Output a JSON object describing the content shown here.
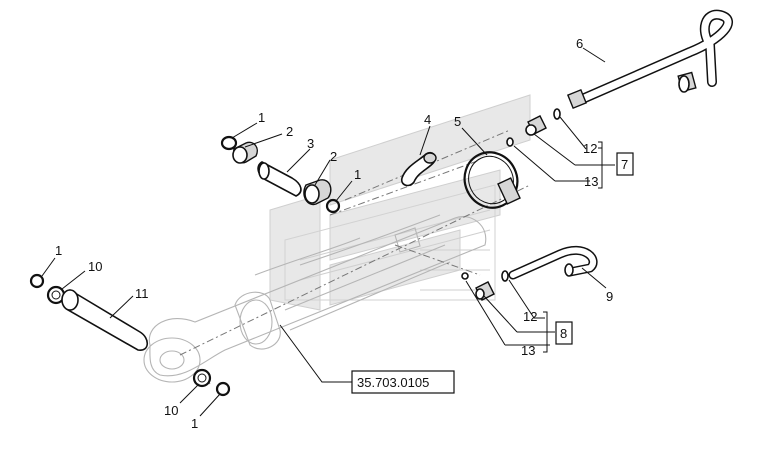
{
  "callouts": {
    "c1a": "1",
    "c2a": "2",
    "c3": "3",
    "c2b": "2",
    "c1b": "1",
    "c4": "4",
    "c5": "5",
    "c6": "6",
    "c12a": "12",
    "c13a": "13",
    "c7": "7",
    "c12b": "12",
    "c13b": "13",
    "c8": "8",
    "c9": "9",
    "c1c": "1",
    "c10a": "10",
    "c11": "11",
    "c10b": "10",
    "c1d": "1",
    "ref": "35.703.0105"
  }
}
